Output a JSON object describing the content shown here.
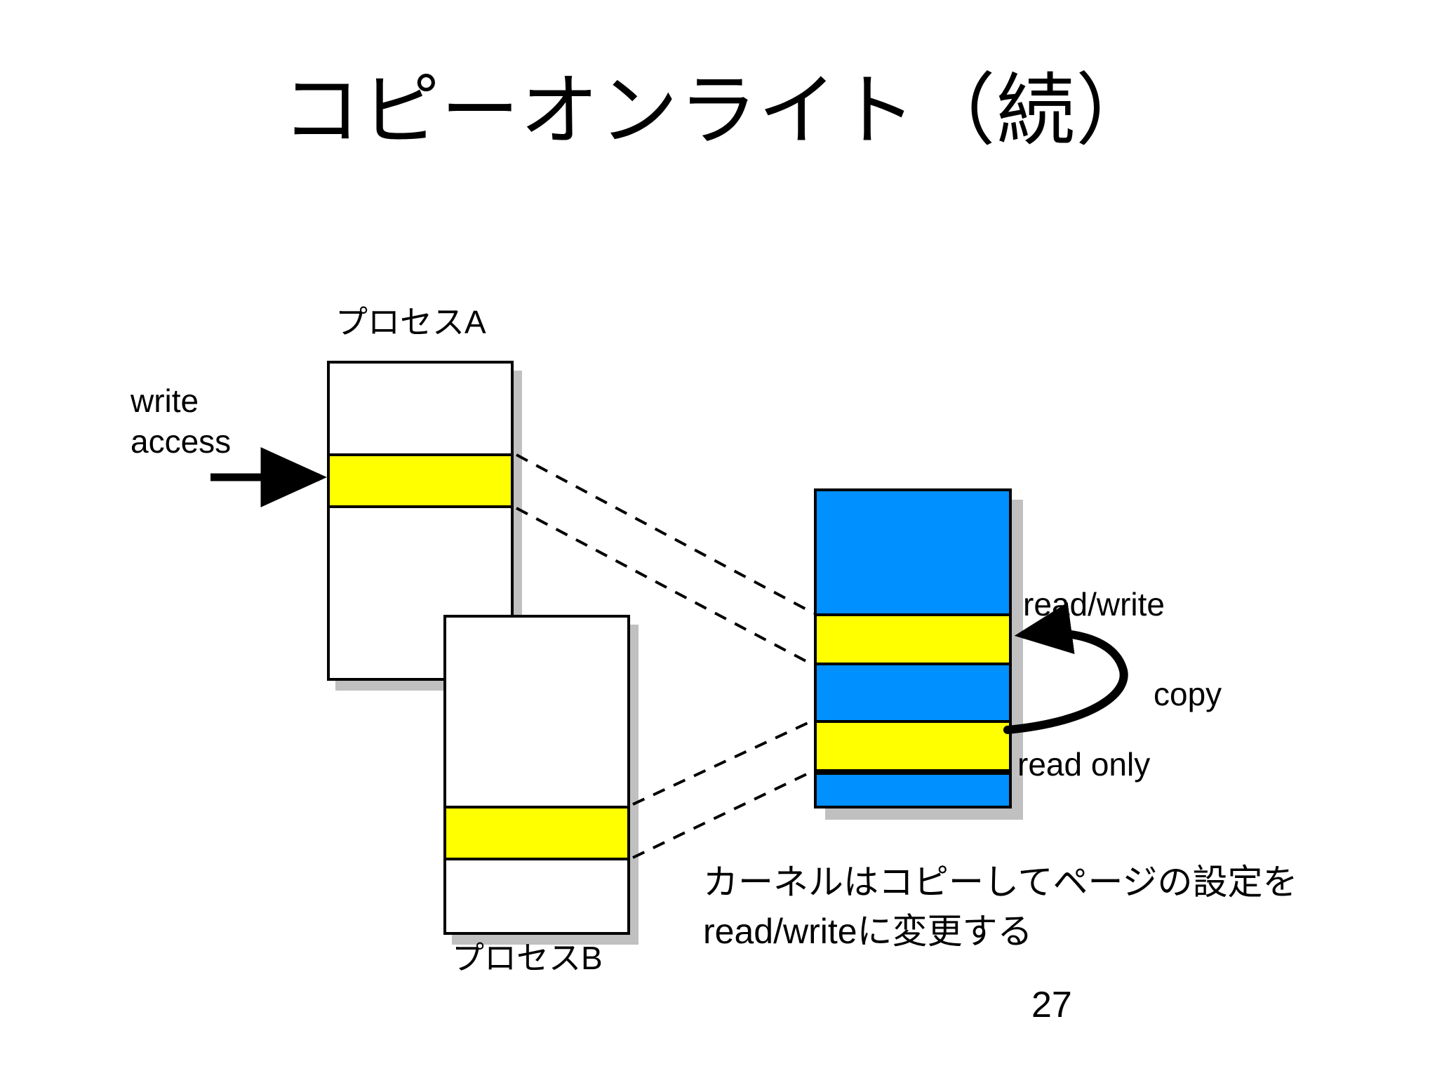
{
  "slide": {
    "title": "コピーオンライト（続）",
    "page_number": "27",
    "background_color": "#ffffff"
  },
  "colors": {
    "shared_page": "#0090ff",
    "highlighted_page": "#ffff00",
    "outline": "#000000",
    "shadow": "#c0c0c0"
  },
  "labels": {
    "write_access_line1": "write",
    "write_access_line2": "access",
    "process_a": "プロセスA",
    "process_b": "プロセスB",
    "read_write": "read/write",
    "copy": "copy",
    "read_only": "read only"
  },
  "caption": {
    "line1": "カーネルはコピーしてページの設定を",
    "line2": "read/writeに変更する"
  },
  "diagram": {
    "process_a": {
      "name": "プロセスA",
      "segments": [
        {
          "type": "free",
          "color": "#ffffff"
        },
        {
          "type": "page",
          "color": "#ffff00"
        },
        {
          "type": "free",
          "color": "#ffffff"
        }
      ]
    },
    "process_b": {
      "name": "プロセスB",
      "segments": [
        {
          "type": "free",
          "color": "#ffffff"
        },
        {
          "type": "page",
          "color": "#ffff00"
        },
        {
          "type": "free",
          "color": "#ffffff"
        }
      ]
    },
    "physical_memory": {
      "segments": [
        {
          "type": "shared",
          "color": "#0090ff"
        },
        {
          "type": "page",
          "color": "#ffff00",
          "permission": "read/write"
        },
        {
          "type": "shared",
          "color": "#0090ff"
        },
        {
          "type": "page",
          "color": "#ffff00",
          "permission": "read only"
        },
        {
          "type": "shared",
          "color": "#0090ff"
        }
      ]
    },
    "arrows": [
      {
        "name": "write-access-arrow",
        "style": "solid",
        "from": "write access label",
        "to": "process A yellow page"
      },
      {
        "name": "copy-arrow",
        "style": "curved",
        "from": "read only page",
        "to": "read/write page",
        "label": "copy"
      }
    ],
    "connectors": [
      {
        "name": "process-a-mapping",
        "style": "dashed",
        "from": "process A yellow page",
        "to": "physical read/write page"
      },
      {
        "name": "process-b-mapping",
        "style": "dashed",
        "from": "process B yellow page",
        "to": "physical read only page"
      }
    ]
  }
}
